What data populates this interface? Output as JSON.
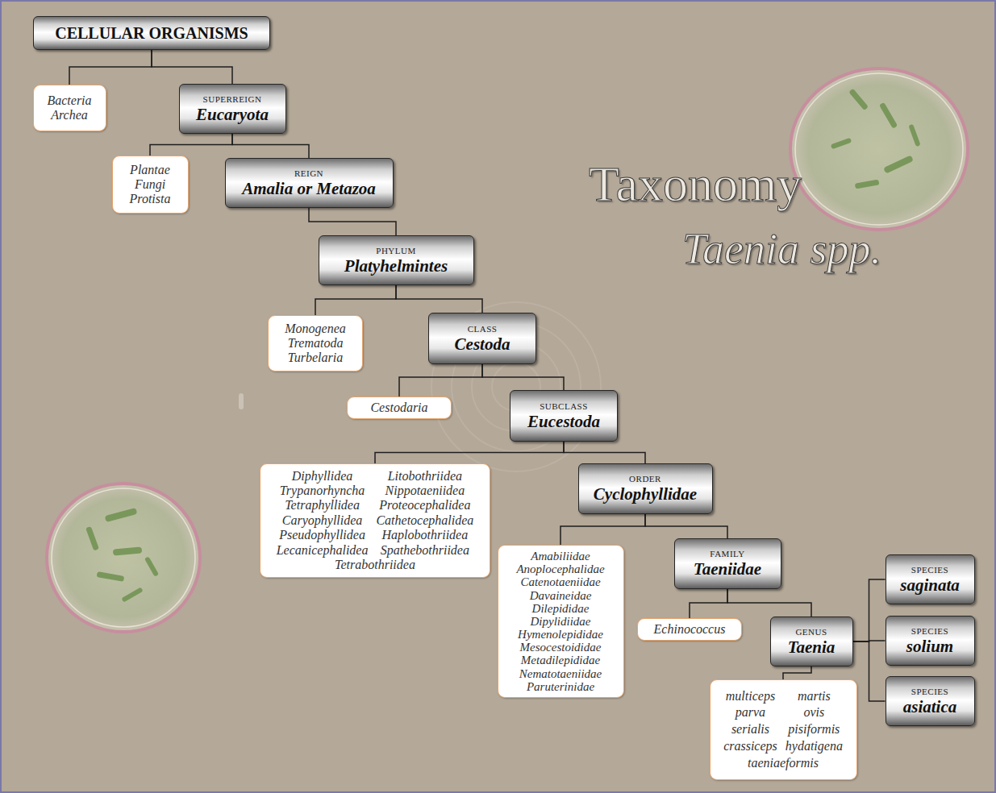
{
  "diagram": {
    "nodes": [
      {
        "text": [
          "CELLULAR ORGANISMS"
        ]
      },
      {
        "text": [
          "Bacteria Archea"
        ]
      },
      {
        "text": [
          "SUPERREIGN",
          "Eucaryota"
        ]
      },
      {
        "text": [
          "Plantae Fungi Protista"
        ]
      },
      {
        "text": [
          "REIGN",
          "Amalia or Metazoa"
        ]
      },
      {
        "text": [
          "PHYLUM",
          "Platyhelmintes"
        ]
      },
      {
        "text": [
          "Monogenea Trematoda Turbelaria"
        ]
      },
      {
        "text": [
          "CLASS",
          "Cestoda"
        ]
      },
      {
        "text": [
          "Cestodaria"
        ]
      },
      {
        "text": [
          "SUBCLASS",
          "Eucestoda"
        ]
      },
      {
        "text": [
          "Diphyllidea",
          "Litobothriidea",
          "Trypanorhyncha",
          "Nippotaeniidea",
          "Tetraphyllidea",
          "Proteocephalidea",
          "Caryophyllidea",
          "Cathetocephalidea",
          "Pseudophyllidea",
          "Haplobothriidea",
          "Lecanicephalidea",
          "Spathebothriidea",
          "Tetrabothriidea"
        ]
      },
      {
        "text": [
          "ORDER",
          "Cyclophyllidae"
        ]
      },
      {
        "text": [
          "Amabiliidae",
          "Anoplocephalidae",
          "Catenotaeniidae",
          "Davaineidae",
          "Dilepididae",
          "Dipylidiidae",
          "Hymenolepididae",
          "Mesocestoididae",
          "Metadilepididae",
          "Nematotaeniidae",
          "Paruterinidae"
        ]
      },
      {
        "text": [
          "FAMILY",
          "Taeniidae"
        ]
      },
      {
        "text": [
          "Echinococcus"
        ]
      },
      {
        "text": [
          "GENUS",
          "Taenia"
        ]
      },
      {
        "text": [
          "multiceps",
          "martis",
          "parva",
          "ovis",
          "serialis",
          "pisiformis",
          "crassiceps",
          "hydatigena",
          "taeniaeformis"
        ]
      },
      {
        "text": [
          "SPECIES",
          "saginata"
        ]
      },
      {
        "text": [
          "SPECIES",
          "solium"
        ]
      },
      {
        "text": [
          "SPECIES",
          "asiatica"
        ]
      }
    ],
    "edges": [
      {
        "from": 0,
        "to": 1,
        "arrow": "none"
      },
      {
        "from": 0,
        "to": 2,
        "arrow": "none"
      },
      {
        "from": 2,
        "to": 3,
        "arrow": "none"
      },
      {
        "from": 2,
        "to": 4,
        "arrow": "none"
      },
      {
        "from": 4,
        "to": 5,
        "arrow": "none"
      },
      {
        "from": 5,
        "to": 6,
        "arrow": "none"
      },
      {
        "from": 5,
        "to": 7,
        "arrow": "none"
      },
      {
        "from": 7,
        "to": 8,
        "arrow": "none"
      },
      {
        "from": 7,
        "to": 9,
        "arrow": "none"
      },
      {
        "from": 9,
        "to": 10,
        "arrow": "none"
      },
      {
        "from": 9,
        "to": 11,
        "arrow": "none"
      },
      {
        "from": 11,
        "to": 12,
        "arrow": "none"
      },
      {
        "from": 11,
        "to": 13,
        "arrow": "none"
      },
      {
        "from": 13,
        "to": 14,
        "arrow": "none"
      },
      {
        "from": 13,
        "to": 15,
        "arrow": "none"
      },
      {
        "from": 15,
        "to": 16,
        "arrow": "none"
      },
      {
        "from": 15,
        "to": 17,
        "arrow": "none"
      },
      {
        "from": 15,
        "to": 18,
        "arrow": "none"
      },
      {
        "from": 15,
        "to": 19,
        "arrow": "none"
      }
    ],
    "labels": [
      "Taxonomy",
      "Taenia spp."
    ]
  }
}
